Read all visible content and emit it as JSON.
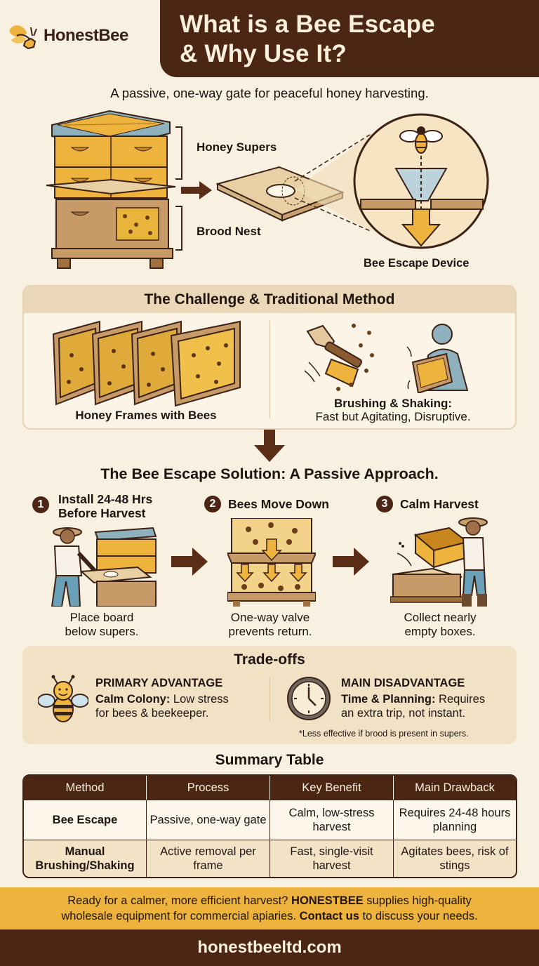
{
  "brand": {
    "name": "HonestBee",
    "icon": "bee-logo-icon"
  },
  "header": {
    "title_line1": "What is a Bee Escape",
    "title_line2": "& Why Use It?",
    "subtitle": "A passive, one-way gate for peaceful honey harvesting."
  },
  "diagram": {
    "honey_supers_label": "Honey Supers",
    "brood_nest_label": "Brood Nest",
    "device_label": "Bee Escape Device"
  },
  "challenge": {
    "title": "The Challenge & Traditional Method",
    "left_caption": "Honey Frames with Bees",
    "right_caption_bold": "Brushing & Shaking:",
    "right_caption": "Fast but Agitating, Disruptive."
  },
  "solution": {
    "title": "The Bee Escape Solution: A Passive Approach.",
    "steps": [
      {
        "num": "1",
        "title_line1": "Install 24-48 Hrs",
        "title_line2": "Before Harvest",
        "caption_line1": "Place board",
        "caption_line2": "below supers."
      },
      {
        "num": "2",
        "title_line1": "Bees Move Down",
        "title_line2": "",
        "caption_line1": "One-way valve",
        "caption_line2": "prevents return."
      },
      {
        "num": "3",
        "title_line1": "Calm Harvest",
        "title_line2": "",
        "caption_line1": "Collect nearly",
        "caption_line2": "empty boxes."
      }
    ]
  },
  "tradeoffs": {
    "title": "Trade-offs",
    "advantage": {
      "heading": "PRIMARY ADVANTAGE",
      "bold": "Calm Colony:",
      "text_line1": " Low stress",
      "text_line2": "for bees & beekeeper.",
      "icon": "smiling-bee-icon"
    },
    "disadvantage": {
      "heading": "MAIN DISADVANTAGE",
      "bold": "Time & Planning:",
      "text_line1": " Requires",
      "text_line2": "an extra trip, not instant.",
      "icon": "clock-icon"
    },
    "footnote": "*Less effective if brood is present in supers."
  },
  "summary_table": {
    "title": "Summary Table",
    "headers": [
      "Method",
      "Process",
      "Key Benefit",
      "Main Drawback"
    ],
    "rows": [
      [
        "Bee Escape",
        "Passive, one-way gate",
        "Calm, low-stress harvest",
        "Requires 24-48 hours planning"
      ],
      [
        "Manual Brushing/Shaking",
        "Active removal per frame",
        "Fast, single-visit harvest",
        "Agitates bees, risk of stings"
      ]
    ]
  },
  "cta": {
    "part1": "Ready for a calmer, more efficient harvest? ",
    "brand_bold": "HONESTBEE",
    "part2": " supplies high-quality",
    "part3": "wholesale equipment for commercial apiaries. ",
    "contact_bold": "Contact us",
    "part4": " to discuss your needs."
  },
  "footer": {
    "url": "honestbeeltd.com"
  },
  "colors": {
    "background": "#f8f0e1",
    "brown_dark": "#4b2614",
    "honey": "#eeb33c",
    "panel_tan": "#ead8b8",
    "blue_grey": "#8fb0bd"
  }
}
